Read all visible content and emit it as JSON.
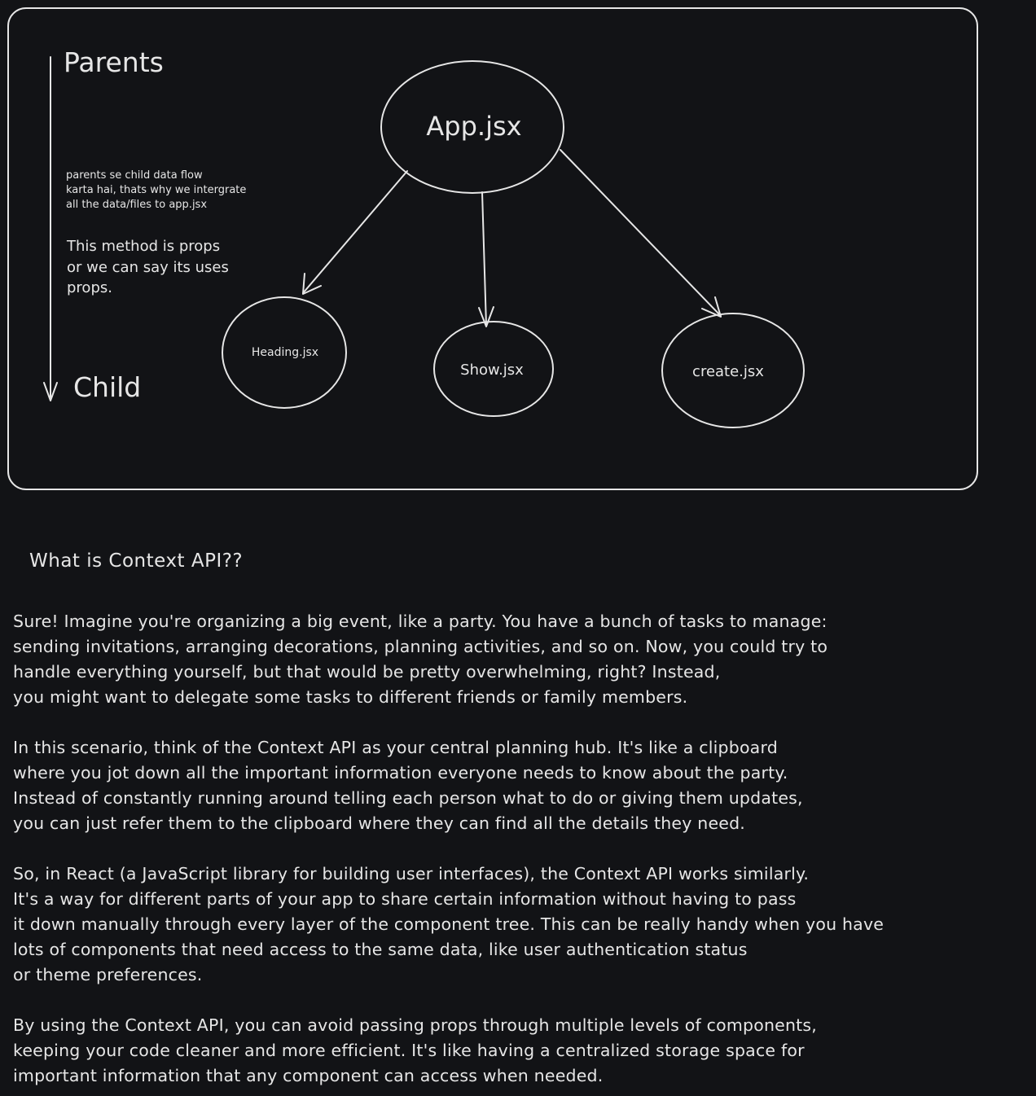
{
  "diagram": {
    "left_labels": {
      "top": "Parents",
      "bottom": "Child"
    },
    "note_small": [
      "parents se child data flow",
      "karta hai, thats why we intergrate",
      "all the data/files to app.jsx"
    ],
    "note_medium": [
      "This method is props",
      "or we can say its uses",
      "props."
    ],
    "nodes": {
      "root": "App.jsx",
      "heading": "Heading.jsx",
      "show": "Show.jsx",
      "create": "create.jsx"
    }
  },
  "article": {
    "title": "What is Context API??",
    "paragraphs": [
      [
        "Sure! Imagine you're organizing a big event, like a party. You have a bunch of tasks to manage:",
        "sending invitations, arranging decorations, planning activities, and so on. Now, you could try to",
        "handle everything yourself, but that would be pretty overwhelming, right? Instead,",
        "you might want to delegate some tasks to different friends or family members."
      ],
      [
        "In this scenario, think of the Context API as your central planning hub. It's like a clipboard",
        "where you jot down all the important information everyone needs to know about the party.",
        "Instead of constantly running around telling each person what to do or giving them updates,",
        "you can just refer them to the clipboard where they can find all the details they need."
      ],
      [
        "So, in React (a JavaScript library for building user interfaces), the Context API works similarly.",
        "It's a way for different parts of your app to share certain information without having to pass",
        "it down manually through every layer of the component tree. This can be really handy when you have",
        "lots of components that need access to the same data, like user authentication status",
        "or theme preferences."
      ],
      [
        "By using the Context API, you can avoid passing props through multiple levels of components,",
        "keeping your code cleaner and more efficient. It's like having a centralized storage space for",
        "important information that any component can access when needed."
      ]
    ]
  }
}
